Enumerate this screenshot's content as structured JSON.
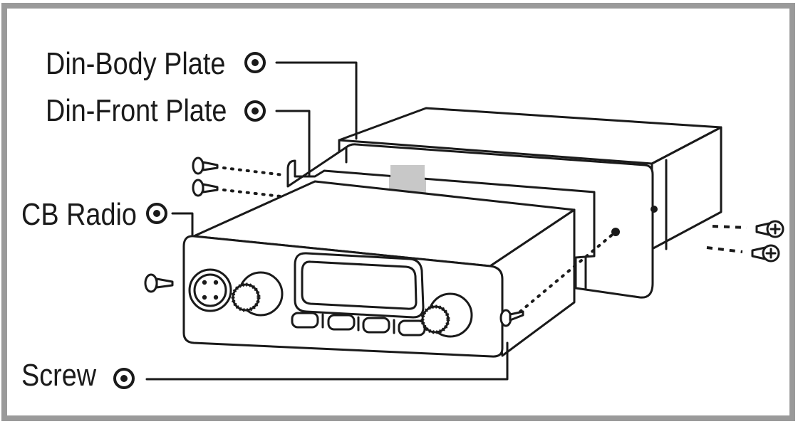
{
  "labels": {
    "din_body_plate": "Din-Body Plate",
    "din_front_plate": "Din-Front Plate",
    "cb_radio": "CB Radio",
    "screw": "Screw"
  },
  "colors": {
    "border": "#9a9a9a",
    "line": "#1a1a1a",
    "shade": "#c8c8c8",
    "background": "#ffffff"
  },
  "icons": [
    "target-bullet-icon",
    "screw-icon"
  ]
}
